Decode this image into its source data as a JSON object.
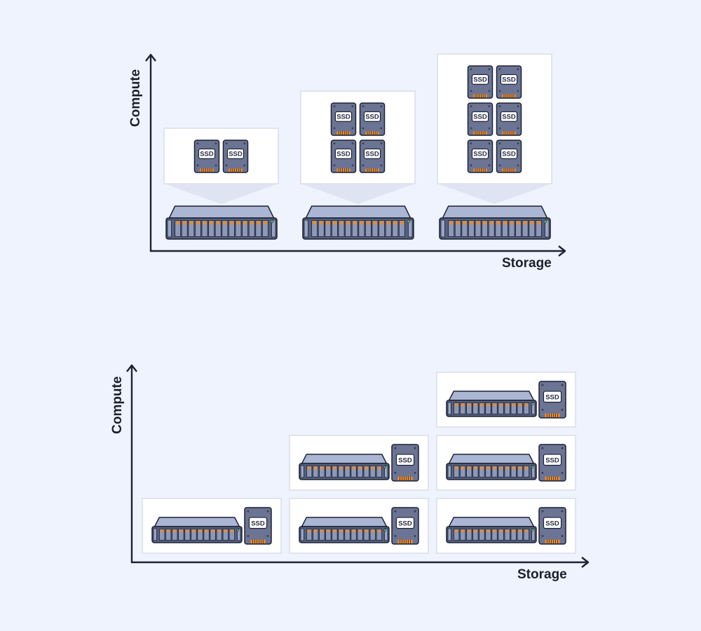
{
  "chart_top": {
    "x_axis_label": "Storage",
    "y_axis_label": "Compute",
    "servers": [
      {
        "name": "server-1",
        "ssd_count": 2
      },
      {
        "name": "server-2",
        "ssd_count": 4
      },
      {
        "name": "server-3",
        "ssd_count": 6
      }
    ]
  },
  "chart_bottom": {
    "x_axis_label": "Storage",
    "y_axis_label": "Compute",
    "columns": [
      {
        "name": "column-1",
        "node_count": 1
      },
      {
        "name": "column-2",
        "node_count": 2
      },
      {
        "name": "column-3",
        "node_count": 3
      }
    ]
  },
  "ssd_text": "SSD",
  "colors": {
    "background": "#eef3fd",
    "panel": "#ffffff",
    "panel_border": "#d8ddea",
    "ssd_body": "#6c7494",
    "server_front": "#55607e",
    "server_top": "#aab6d4",
    "accent_orange": "#e88a2c",
    "accent_green": "#5cc35c",
    "outline": "#1d2234"
  }
}
